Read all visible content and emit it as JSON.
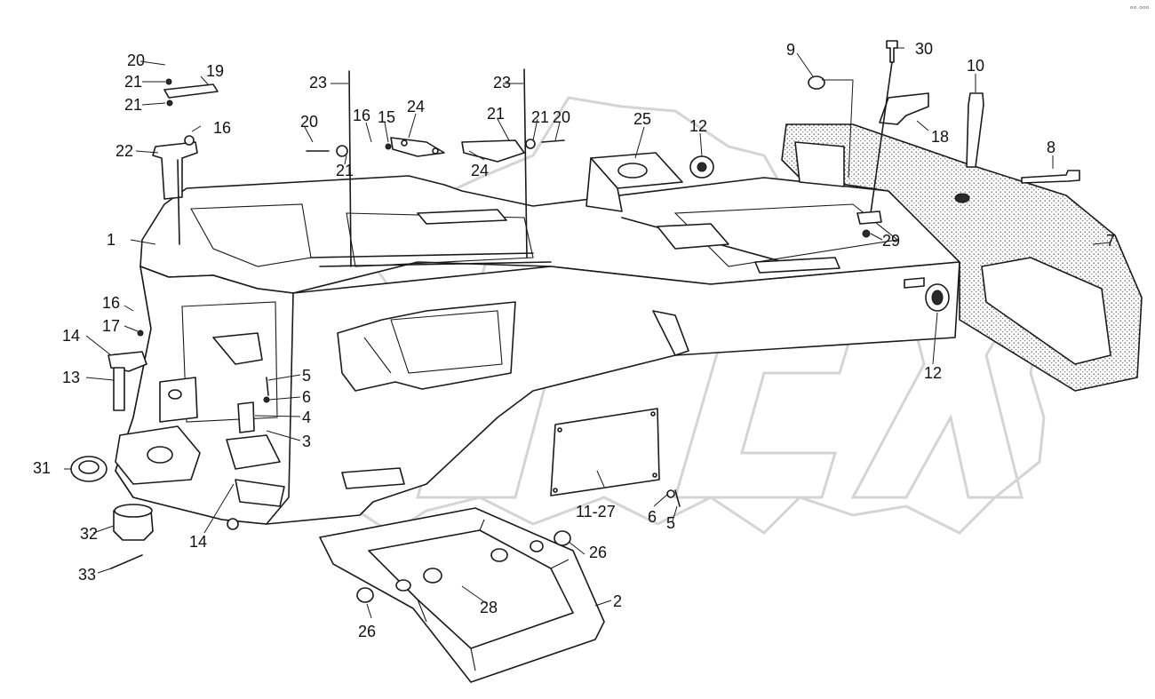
{
  "watermark": {
    "text": "OPEX",
    "color": "#d4d4d4"
  },
  "corner_mark": "ᵒᵒ ᵒᵒᵒ",
  "callouts": [
    {
      "id": "c1",
      "text": "1"
    },
    {
      "id": "c2",
      "text": "2"
    },
    {
      "id": "c3",
      "text": "3"
    },
    {
      "id": "c4",
      "text": "4"
    },
    {
      "id": "c5a",
      "text": "5"
    },
    {
      "id": "c5b",
      "text": "5"
    },
    {
      "id": "c6a",
      "text": "6"
    },
    {
      "id": "c6b",
      "text": "6"
    },
    {
      "id": "c7",
      "text": "7"
    },
    {
      "id": "c8",
      "text": "8"
    },
    {
      "id": "c9",
      "text": "9"
    },
    {
      "id": "c10",
      "text": "10"
    },
    {
      "id": "c11",
      "text": "11-27"
    },
    {
      "id": "c12a",
      "text": "12"
    },
    {
      "id": "c12b",
      "text": "12"
    },
    {
      "id": "c13",
      "text": "13"
    },
    {
      "id": "c14a",
      "text": "14"
    },
    {
      "id": "c14b",
      "text": "14"
    },
    {
      "id": "c15",
      "text": "15"
    },
    {
      "id": "c16a",
      "text": "16"
    },
    {
      "id": "c16b",
      "text": "16"
    },
    {
      "id": "c16c",
      "text": "16"
    },
    {
      "id": "c17",
      "text": "17"
    },
    {
      "id": "c18",
      "text": "18"
    },
    {
      "id": "c19",
      "text": "19"
    },
    {
      "id": "c20a",
      "text": "20"
    },
    {
      "id": "c20b",
      "text": "20"
    },
    {
      "id": "c20c",
      "text": "20"
    },
    {
      "id": "c21a",
      "text": "21"
    },
    {
      "id": "c21b",
      "text": "21"
    },
    {
      "id": "c21c",
      "text": "21"
    },
    {
      "id": "c21d",
      "text": "21"
    },
    {
      "id": "c21e",
      "text": "21"
    },
    {
      "id": "c22",
      "text": "22"
    },
    {
      "id": "c23a",
      "text": "23"
    },
    {
      "id": "c23b",
      "text": "23"
    },
    {
      "id": "c24a",
      "text": "24"
    },
    {
      "id": "c24b",
      "text": "24"
    },
    {
      "id": "c25",
      "text": "25"
    },
    {
      "id": "c26a",
      "text": "26"
    },
    {
      "id": "c26b",
      "text": "26"
    },
    {
      "id": "c28",
      "text": "28"
    },
    {
      "id": "c29",
      "text": "29"
    },
    {
      "id": "c30",
      "text": "30"
    },
    {
      "id": "c31",
      "text": "31"
    },
    {
      "id": "c32",
      "text": "32"
    },
    {
      "id": "c33",
      "text": "33"
    }
  ]
}
